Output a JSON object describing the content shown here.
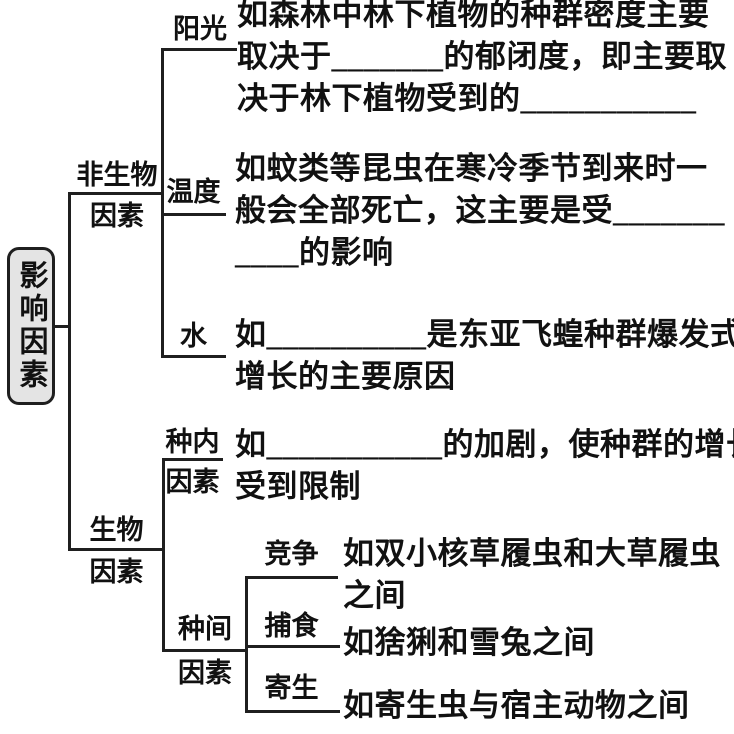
{
  "root": {
    "label": "影响因素"
  },
  "level1": {
    "abiotic": {
      "label_top": "非生物",
      "label_bottom": "因素"
    },
    "biotic": {
      "label_top": "生物",
      "label_bottom": "因素"
    }
  },
  "branches": {
    "sunlight": {
      "label": "阳光",
      "lines": [
        "如森林中林下植物的种群密度主要",
        "取决于_______的郁闭度，即主要取",
        "决于林下植物受到的___________"
      ]
    },
    "temperature": {
      "label": "温度",
      "lines": [
        "如蚊类等昆虫在寒冷季节到来时一",
        "般会全部死亡，这主要是受_______",
        "____的影响"
      ]
    },
    "water": {
      "label": "水",
      "lines": [
        "如__________是东亚飞蝗种群爆发式",
        "增长的主要原因"
      ]
    },
    "intraspecific": {
      "label_top": "种内",
      "label_bottom": "因素",
      "lines": [
        "如___________的加剧，使种群的增长",
        "受到限制"
      ]
    },
    "interspecific": {
      "label_top": "种间",
      "label_bottom": "因素"
    },
    "competition": {
      "label": "竞争",
      "lines": [
        "如双小核草履虫和大草履虫",
        "之间"
      ]
    },
    "predation": {
      "label": "捕食",
      "lines": [
        "如猞猁和雪兔之间"
      ]
    },
    "parasitism": {
      "label": "寄生",
      "lines": [
        "如寄生虫与宿主动物之间"
      ]
    }
  },
  "colors": {
    "background": "#ffffff",
    "line": "#1f1f1f",
    "text": "#111111",
    "root_box_fill": "#e4e4e4",
    "root_box_border": "#1f1f1f"
  }
}
